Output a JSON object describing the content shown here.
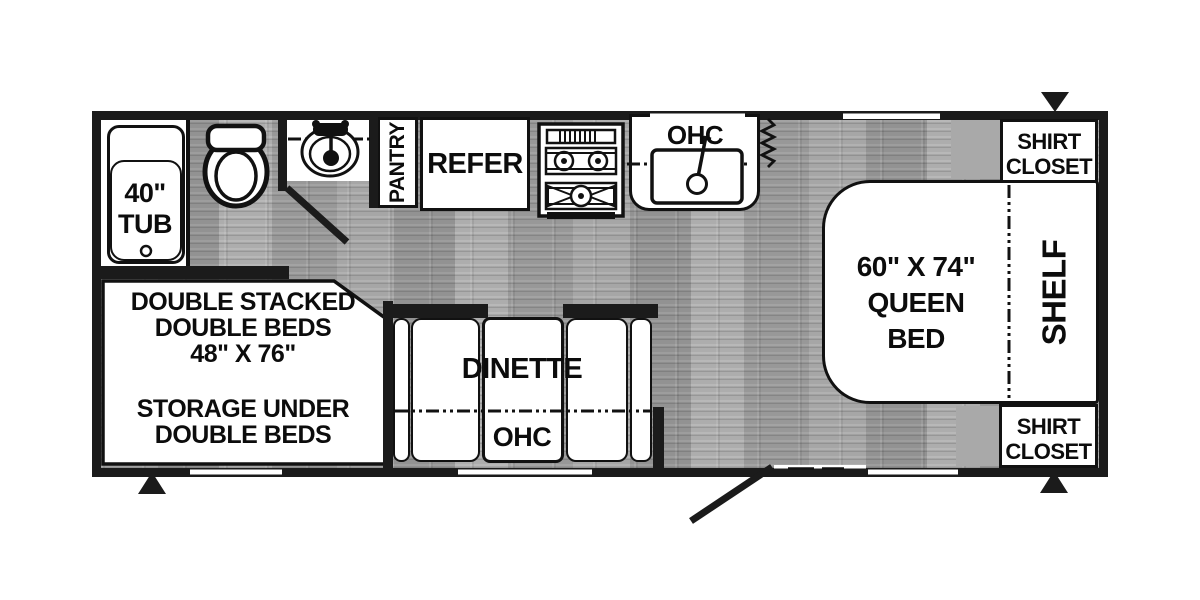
{
  "diagram_type": "travel-trailer-floorplan",
  "colors": {
    "wall": "#1b1b1b",
    "floor": "#a5a5a5",
    "fixture": "#ffffff",
    "cabinet_gray": "#a9a9a9",
    "text": "#0c0c0c"
  },
  "labels": {
    "tub": [
      "40\"",
      "TUB"
    ],
    "bunks_title": [
      "DOUBLE STACKED",
      "DOUBLE BEDS",
      "48\" X 76\""
    ],
    "bunks_storage": [
      "STORAGE UNDER",
      "DOUBLE BEDS"
    ],
    "pantry": "PANTRY",
    "refrigerator": "REFER",
    "kitchen_ohc": "OHC",
    "dinette": "DINETTE",
    "dinette_ohc": "OHC",
    "queen_bed": [
      "60\" X 74\"",
      "QUEEN",
      "BED"
    ],
    "shelf": "SHELF",
    "shirt_closet_top": [
      "SHIRT",
      "CLOSET"
    ],
    "shirt_closet_bottom": [
      "SHIRT",
      "CLOSET"
    ]
  }
}
